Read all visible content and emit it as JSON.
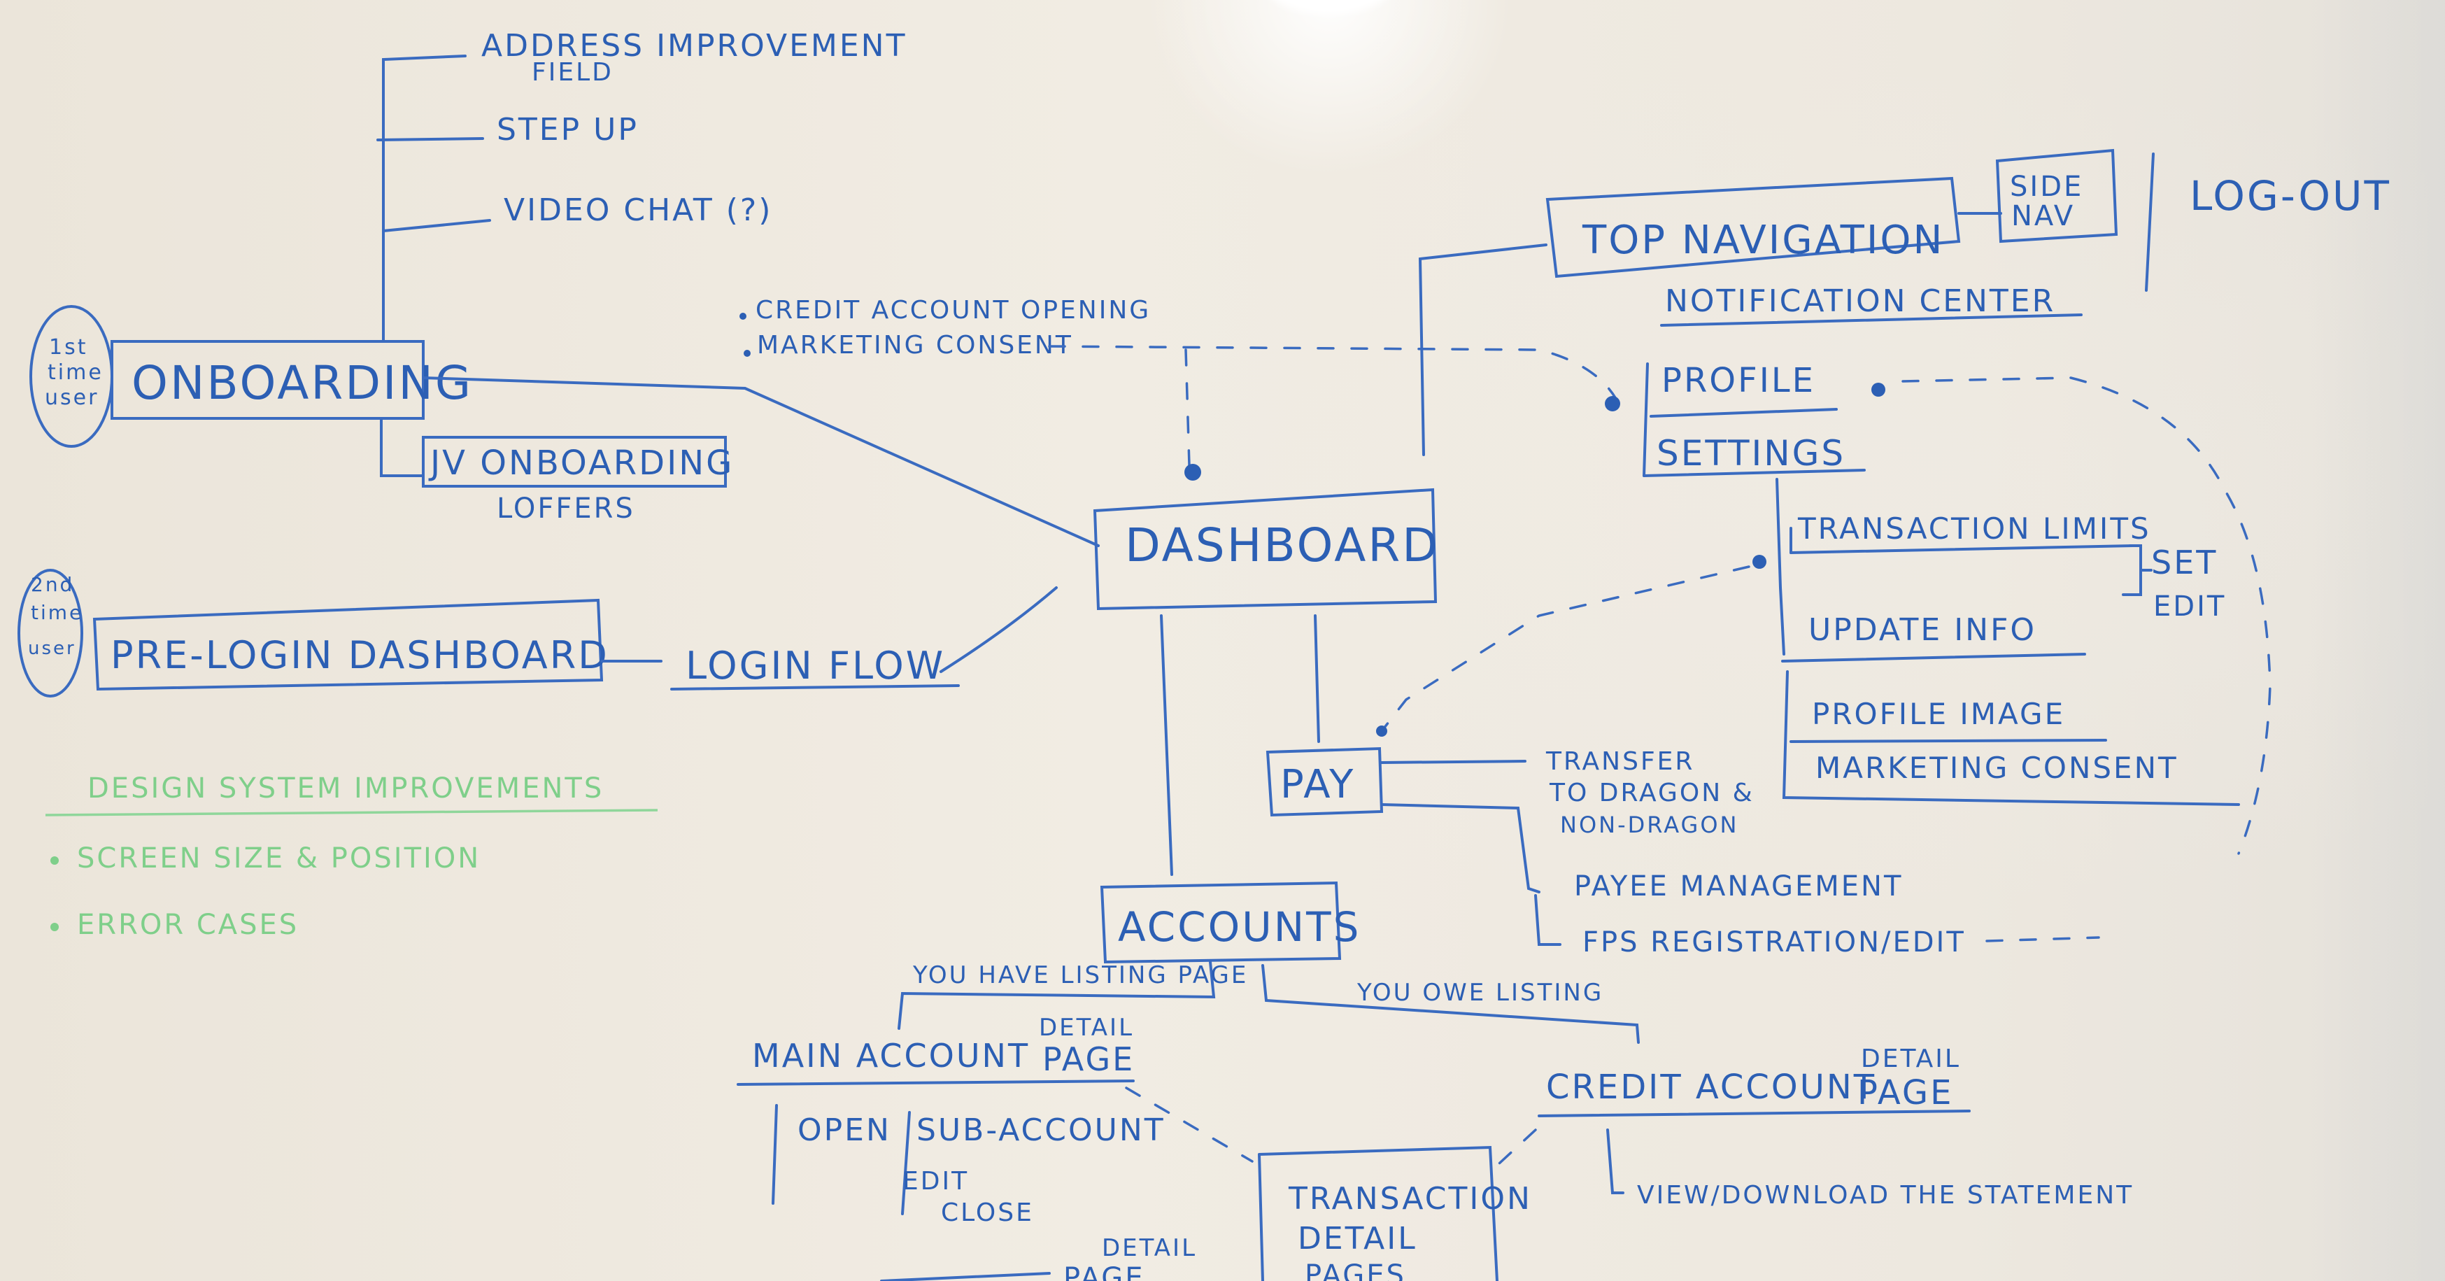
{
  "onboarding": {
    "user_note": [
      "1st",
      "time",
      "user"
    ],
    "title": "ONBOARDING",
    "items": [
      "ADDRESS IMPROVEMENT",
      "FIELD",
      "STEP UP",
      "VIDEO CHAT (?)"
    ],
    "jv": "JV ONBOARDING",
    "offers": "LOFFERS"
  },
  "notes": [
    "CREDIT ACCOUNT OPENING",
    "MARKETING CONSENT"
  ],
  "prelogin": {
    "user_note": [
      "2nd",
      "time",
      "user"
    ],
    "title": "PRE-LOGIN DASHBOARD",
    "login_flow": "LOGIN FLOW"
  },
  "design_system": {
    "title": "DESIGN SYSTEM IMPROVEMENTS",
    "items": [
      "SCREEN SIZE & POSITION",
      "ERROR CASES"
    ]
  },
  "dashboard": "DASHBOARD",
  "top_nav": {
    "title": "TOP NAVIGATION",
    "side_nav": [
      "SIDE",
      "NAV"
    ],
    "logout": "LOG-OUT",
    "notification": "NOTIFICATION CENTER"
  },
  "profile": {
    "title": "PROFILE",
    "settings": "SETTINGS",
    "transaction_limits": "TRANSACTION LIMITS",
    "set": "SET",
    "edit": "EDIT",
    "update_info": "UPDATE INFO",
    "profile_image": "PROFILE IMAGE",
    "marketing_consent": "MARKETING CONSENT"
  },
  "pay": {
    "title": "PAY",
    "transfer": [
      "TRANSFER",
      "TO DRAGON &",
      "NON-DRAGON"
    ],
    "payee": "PAYEE MANAGEMENT",
    "fps": "FPS REGISTRATION/EDIT"
  },
  "accounts": {
    "title": "ACCOUNTS",
    "you_have": "YOU HAVE LISTING PAGE",
    "you_owe": "YOU OWE LISTING",
    "main_account": "MAIN ACCOUNT",
    "detail": "DETAIL",
    "page": "PAGE",
    "open": "OPEN",
    "sub_account": "SUB-ACCOUNT",
    "edit": "EDIT",
    "close": "CLOSE",
    "credit_account": "CREDIT ACCOUNT",
    "view_download": "VIEW/DOWNLOAD THE STATEMENT",
    "transaction": [
      "TRANSACTION",
      "DETAIL",
      "PAGES"
    ],
    "bottom_detail": "DETAIL",
    "bottom_page": "PAGE"
  }
}
